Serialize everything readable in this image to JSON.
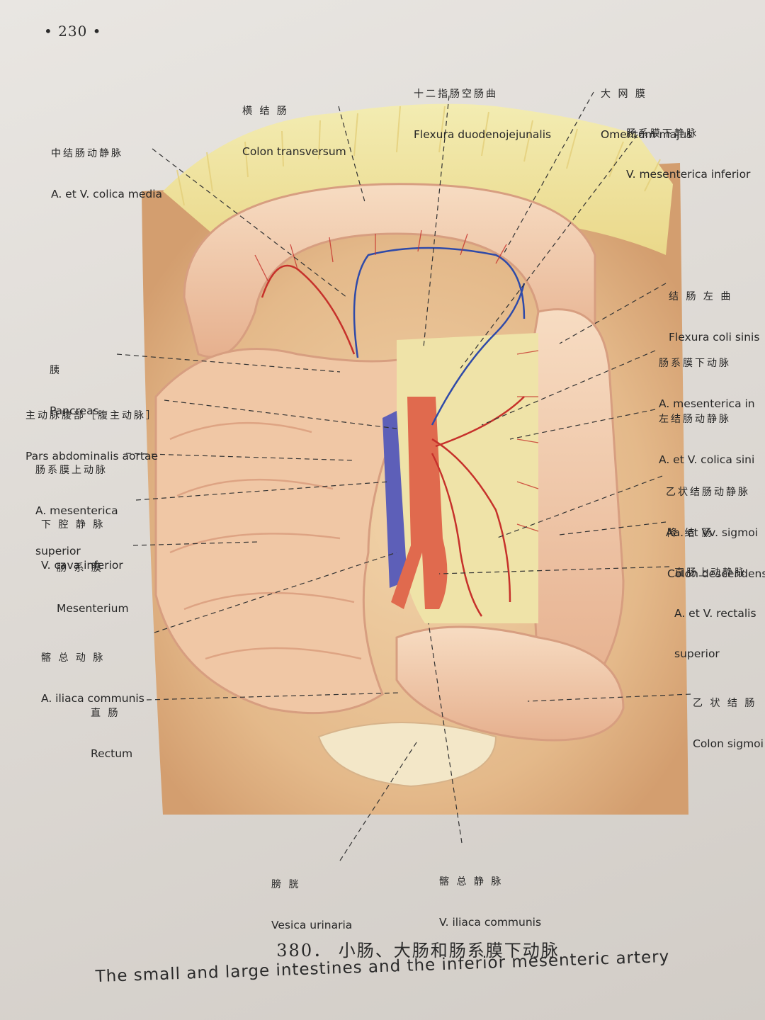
{
  "page": {
    "number": "• 230 •"
  },
  "caption": {
    "cn": "380． 小肠、大肠和肠系膜下动脉",
    "en": "The small and large intestines and the inferior mesenteric artery"
  },
  "labels": {
    "colon_transversum": {
      "cn": "横 结 肠",
      "la": "Colon transversum"
    },
    "flexura_duodenojejunalis": {
      "cn": "十二指肠空肠曲",
      "la": "Flexura duodenojejunalis"
    },
    "omentum_majus": {
      "cn": "大 网 膜",
      "la": "Omentum majus"
    },
    "v_mesenterica_inferior": {
      "cn": "肠系膜下静脉",
      "la": "V. mesenterica inferior"
    },
    "colica_media": {
      "cn": "中结肠动静脉",
      "la": "A. et V. colica media"
    },
    "flexura_coli_sinistra": {
      "cn": "结 肠 左 曲",
      "la": "Flexura coli sinis"
    },
    "pancreas": {
      "cn": "胰",
      "la": "Pancreas"
    },
    "a_mesenterica_inferior": {
      "cn": "肠系膜下动脉",
      "la": "A. mesenterica in"
    },
    "pars_abdominalis_aortae": {
      "cn": "主动脉腹部［腹主动脉］",
      "la": "Pars abdominalis aortae"
    },
    "colica_sinistra": {
      "cn": "左结肠动静脉",
      "la": "A. et V. colica sini"
    },
    "a_mesenterica_superior": {
      "cn": "肠系膜上动脉",
      "la": "A. mesenterica",
      "la2": "superior"
    },
    "sigmoideae": {
      "cn": "乙状结肠动静脉",
      "la": "Aa. et Vv. sigmoi"
    },
    "v_cava_inferior": {
      "cn": "下 腔 静 脉",
      "la": "V. cava inferior"
    },
    "colon_descendens": {
      "cn": "降 结 肠",
      "la": "Colon descendens"
    },
    "mesenterium": {
      "cn": "肠 系 膜",
      "la": "Mesenterium"
    },
    "rectalis_superior": {
      "cn": "直肠上动静脉",
      "la": "A. et V. rectalis",
      "la2": "superior"
    },
    "a_iliaca_communis": {
      "cn": "髂 总 动 脉",
      "la": "A. iliaca communis"
    },
    "rectum": {
      "cn": "直 肠",
      "la": "Rectum"
    },
    "colon_sigmoideum": {
      "cn": "乙 状 结 肠",
      "la": "Colon sigmoi"
    },
    "vesica_urinaria": {
      "cn": "膀 胱",
      "la": "Vesica urinaria"
    },
    "v_iliaca_communis": {
      "cn": "髂 总 静 脉",
      "la": "V. iliaca communis"
    }
  }
}
